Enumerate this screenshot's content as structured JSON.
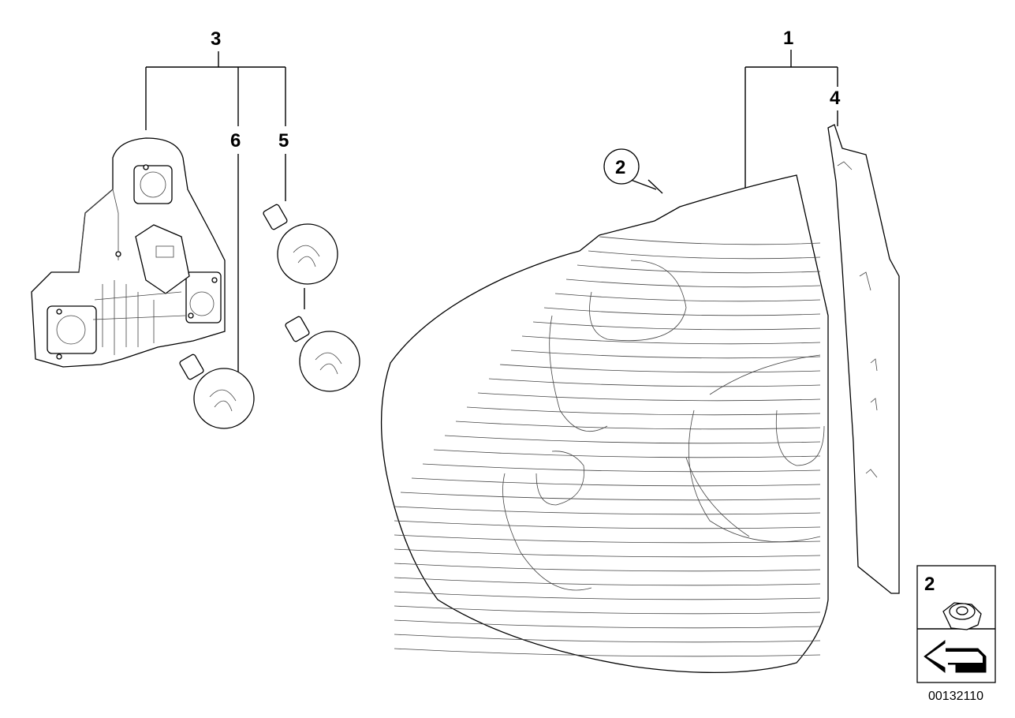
{
  "callouts": {
    "c1": "1",
    "c2": "2",
    "c3": "3",
    "c4": "4",
    "c5": "5",
    "c6": "6"
  },
  "legend_box": {
    "part_number": "2"
  },
  "diagram_id": "00132110"
}
